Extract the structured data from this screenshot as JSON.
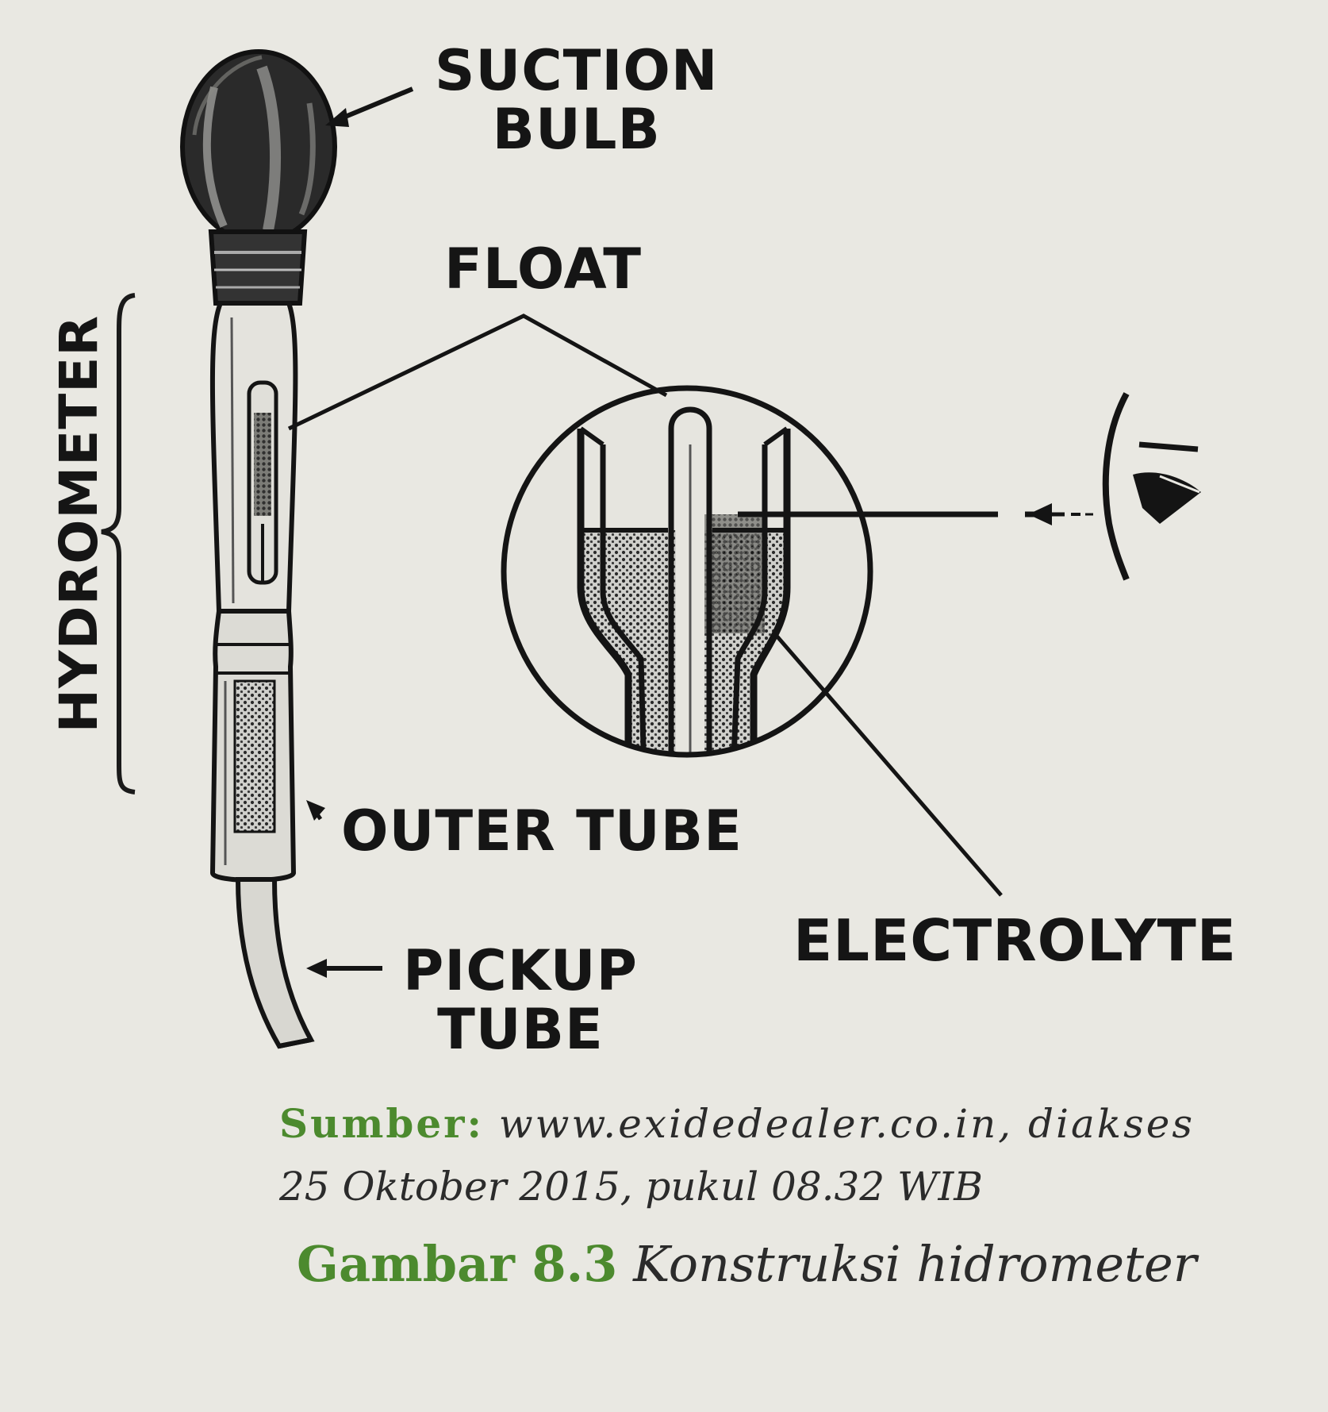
{
  "labels": {
    "suction_line1": "SUCTION",
    "suction_line2": "BULB",
    "float": "FLOAT",
    "hydrometer": "HYDROMETER",
    "outer_tube": "OUTER TUBE",
    "electrolyte": "ELECTROLYTE",
    "pickup_line1": "PICKUP",
    "pickup_line2": "TUBE"
  },
  "caption": {
    "source_label": "Sumber:",
    "source_text": " www.exidedealer.co.in,  diakses",
    "source_line2": "25 Oktober 2015, pukul 08.32 WIB",
    "figure_label": "Gambar 8.3",
    "figure_title": " Konstruksi hidrometer"
  },
  "colors": {
    "ink": "#151515",
    "paper": "#e9e8e2",
    "caption_green": "#4c8a2e",
    "caption_text": "#2b2b2b"
  },
  "icons": [
    "eye-icon"
  ]
}
